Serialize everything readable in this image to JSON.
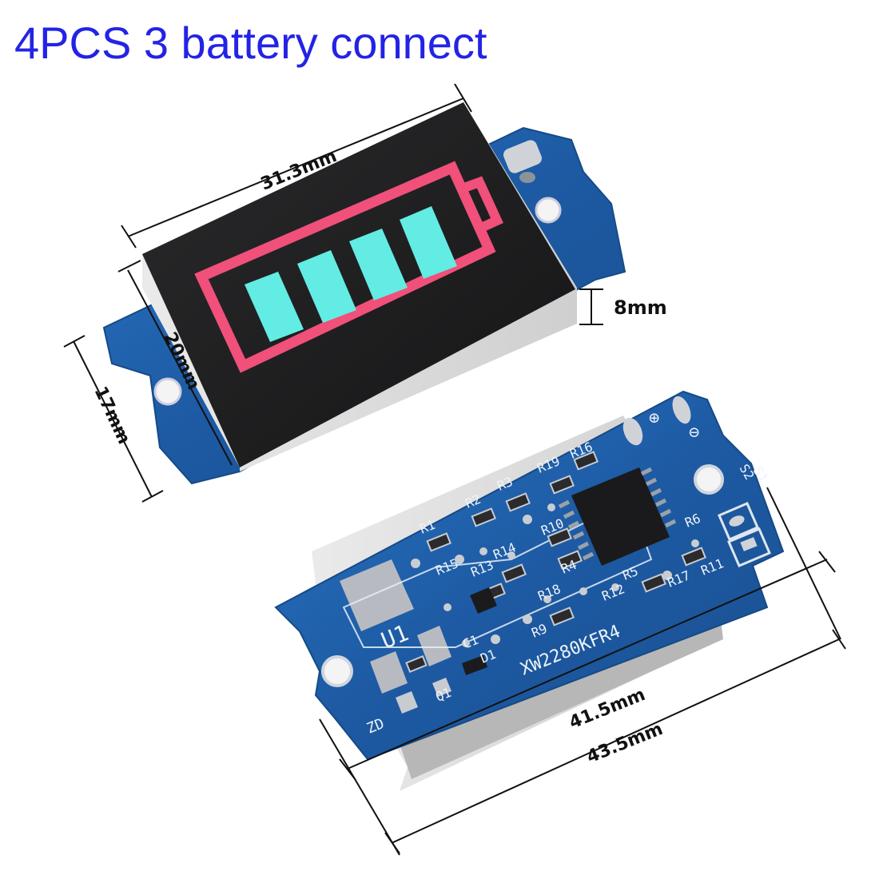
{
  "title": "4PCS 3 battery connect",
  "dimensions": {
    "top_width": "31.3mm",
    "height": "8mm",
    "inner_height": "20mm",
    "outer_height": "17mm",
    "inner_length": "41.5mm",
    "outer_length": "43.5mm"
  },
  "pcb_labels": {
    "part_number": "XW2280KFR4",
    "u1": "U1",
    "zd": "ZD",
    "plus": "⊕",
    "minus": "⊖",
    "resistors": [
      "R1",
      "R2",
      "R3",
      "R19",
      "R16",
      "R10",
      "R4",
      "R5",
      "R17",
      "R11",
      "R18",
      "R12",
      "R9",
      "R6",
      "R14",
      "R15",
      "R13",
      "C1",
      "D1",
      "Q1",
      "S2",
      "S1"
    ]
  },
  "colors": {
    "title": "#2323e6",
    "battery_frame": "#f0507a",
    "battery_cell": "#63ece3",
    "pcb": "#1f5ea8",
    "display": "#1b1b1d"
  }
}
